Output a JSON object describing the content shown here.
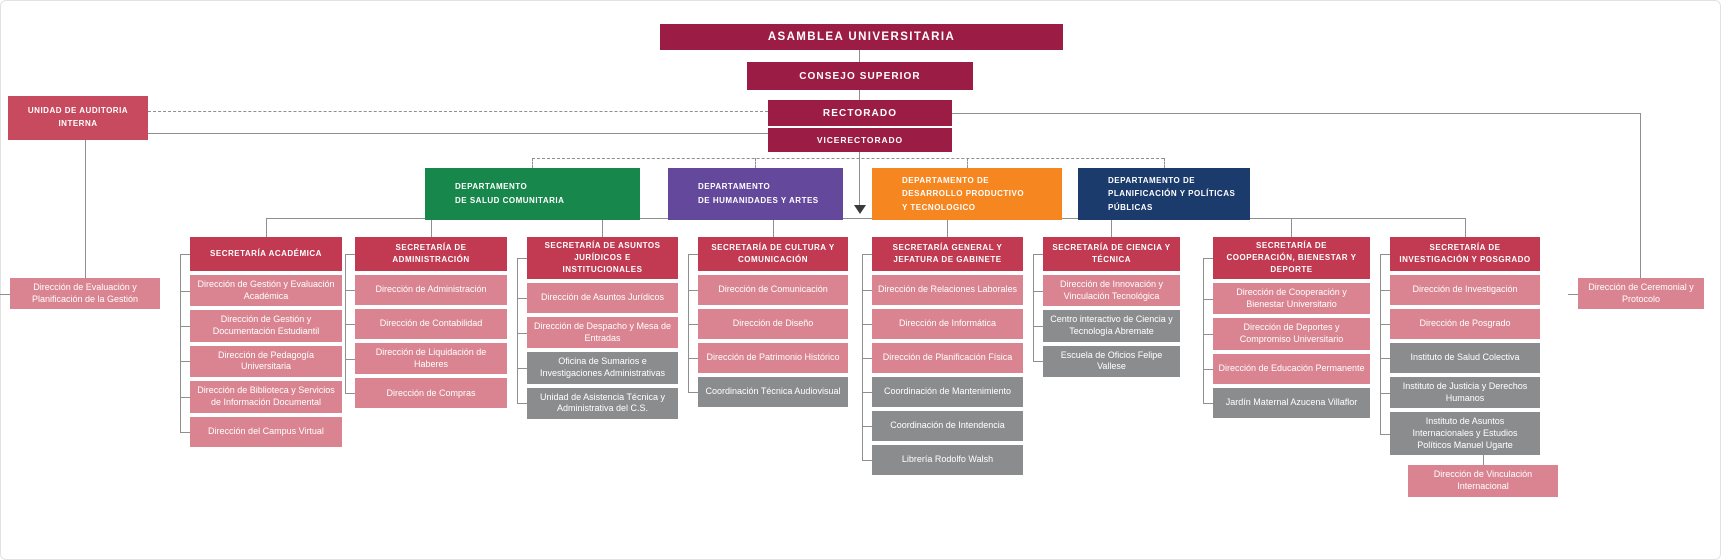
{
  "colors": {
    "maroon": "#9B1C45",
    "red": "#C23A52",
    "auditoria_red": "#C74A5E",
    "pink": "#D98490",
    "gray": "#8B8C8E",
    "green": "#17874B",
    "purple": "#64489B",
    "orange": "#F6861F",
    "navy": "#1C3B6D",
    "line": "#8F8F8F"
  },
  "top": {
    "asamblea": "ASAMBLEA UNIVERSITARIA",
    "consejo": "CONSEJO SUPERIOR",
    "rectorado": "RECTORADO",
    "vicerectorado": "VICERECTORADO",
    "auditoria": "UNIDAD DE AUDITORIA\nINTERNA"
  },
  "side": {
    "left": "Dirección de Evaluación y Planificación de la Gestión",
    "right": "Dirección de Ceremonial y Protocolo"
  },
  "departments": [
    {
      "label": "DEPARTAMENTO\nDE SALUD COMUNITARIA",
      "color": "green"
    },
    {
      "label": "DEPARTAMENTO\nDE HUMANIDADES Y ARTES",
      "color": "purple"
    },
    {
      "label": "DEPARTAMENTO DE\nDESARROLLO PRODUCTIVO\nY TECNOLOGICO",
      "color": "orange"
    },
    {
      "label": "DEPARTAMENTO DE\nPLANIFICACIÓN Y  POLÍTICAS\nPÚBLICAS",
      "color": "navy"
    }
  ],
  "columns": [
    {
      "title": "SECRETARÍA ACADÉMICA",
      "items": [
        {
          "label": "Dirección de Gestión y Evaluación Académica",
          "variant": "pink"
        },
        {
          "label": "Dirección de Gestión y Documentación Estudiantil",
          "variant": "pink"
        },
        {
          "label": "Dirección de Pedagogía Universitaria",
          "variant": "pink"
        },
        {
          "label": "Dirección de Biblioteca y Servicios de Información Documental",
          "variant": "pink"
        },
        {
          "label": "Dirección del Campus Virtual",
          "variant": "pink"
        }
      ]
    },
    {
      "title": "SECRETARÍA DE ADMINISTRACIÓN",
      "items": [
        {
          "label": "Dirección de Administración",
          "variant": "pink"
        },
        {
          "label": "Dirección de Contabilidad",
          "variant": "pink"
        },
        {
          "label": "Dirección de Liquidación de Haberes",
          "variant": "pink"
        },
        {
          "label": "Dirección de Compras",
          "variant": "pink"
        }
      ]
    },
    {
      "title": "SECRETARÍA DE ASUNTOS JURÍDICOS E INSTITUCIONALES",
      "items": [
        {
          "label": "Dirección de Asuntos Jurídicos",
          "variant": "pink"
        },
        {
          "label": "Dirección de Despacho y Mesa de Entradas",
          "variant": "pink"
        },
        {
          "label": "Oficina de Sumarios e Investigaciones Administrativas",
          "variant": "gray"
        },
        {
          "label": "Unidad de Asistencia Técnica y Administrativa del C.S.",
          "variant": "gray"
        }
      ]
    },
    {
      "title": "SECRETARÍA DE CULTURA Y COMUNICACIÓN",
      "items": [
        {
          "label": "Dirección de Comunicación",
          "variant": "pink"
        },
        {
          "label": "Dirección de Diseño",
          "variant": "pink"
        },
        {
          "label": "Dirección de Patrimonio Histórico",
          "variant": "pink"
        },
        {
          "label": "Coordinación Técnica Audiovisual",
          "variant": "gray"
        }
      ]
    },
    {
      "title": "SECRETARÍA GENERAL Y JEFATURA DE GABINETE",
      "items": [
        {
          "label": "Dirección de Relaciones Laborales",
          "variant": "pink"
        },
        {
          "label": "Dirección de Informática",
          "variant": "pink"
        },
        {
          "label": "Dirección de Planificación Física",
          "variant": "pink"
        },
        {
          "label": "Coordinación de Mantenimiento",
          "variant": "gray"
        },
        {
          "label": "Coordinación de Intendencia",
          "variant": "gray"
        },
        {
          "label": "Librería Rodolfo Walsh",
          "variant": "gray"
        }
      ]
    },
    {
      "title": "SECRETARÍA DE CIENCIA Y TÉCNICA",
      "items": [
        {
          "label": "Dirección de Innovación y Vinculación Tecnológica",
          "variant": "pink"
        },
        {
          "label": "Centro interactivo de Ciencia y Tecnología Abremate",
          "variant": "gray"
        },
        {
          "label": "Escuela de Oficios Felipe Vallese",
          "variant": "gray"
        }
      ]
    },
    {
      "title": "SECRETARÍA DE COOPERACIÓN, BIENESTAR Y DEPORTE",
      "items": [
        {
          "label": "Dirección de Cooperación y Bienestar Universitario",
          "variant": "pink"
        },
        {
          "label": "Dirección de Deportes y Compromiso Universitario",
          "variant": "pink"
        },
        {
          "label": "Dirección de Educación Permanente",
          "variant": "pink"
        },
        {
          "label": "Jardín Maternal Azucena Villaflor",
          "variant": "gray"
        }
      ]
    },
    {
      "title": "SECRETARÍA DE INVESTIGACIÓN Y POSGRADO",
      "items": [
        {
          "label": "Dirección de Investigación",
          "variant": "pink"
        },
        {
          "label": "Dirección de Posgrado",
          "variant": "pink"
        },
        {
          "label": "Instituto de Salud Colectiva",
          "variant": "gray"
        },
        {
          "label": "Instituto de Justicia y Derechos Humanos",
          "variant": "gray"
        },
        {
          "label": "Instituto de Asuntos Internacionales y Estudios Políticos Manuel Ugarte",
          "variant": "gray"
        },
        {
          "label": "Dirección de Vinculación Internacional",
          "variant": "pink",
          "offset": true
        }
      ]
    }
  ]
}
